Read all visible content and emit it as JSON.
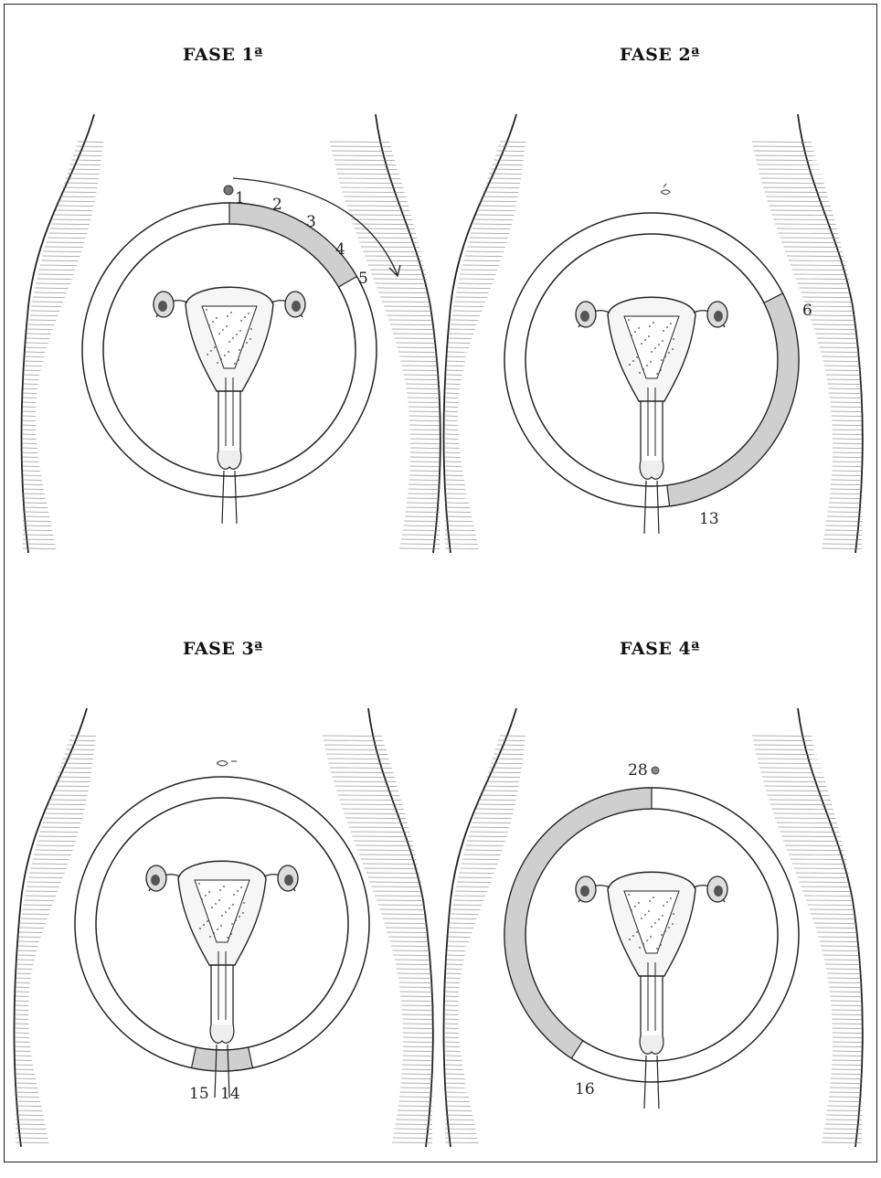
{
  "colors": {
    "ink": "#222222",
    "band": "#cfcfcf",
    "hatch": "#777777"
  },
  "phases": [
    {
      "title": "FASE 1ª",
      "labels": [
        "1",
        "2",
        "3",
        "4",
        "5"
      ]
    },
    {
      "title": "FASE 2ª",
      "labels": [
        "6",
        "13"
      ]
    },
    {
      "title": "FASE 3ª",
      "labels": [
        "15",
        "14"
      ]
    },
    {
      "title": "FASE 4ª",
      "labels": [
        "28",
        "16"
      ]
    }
  ]
}
